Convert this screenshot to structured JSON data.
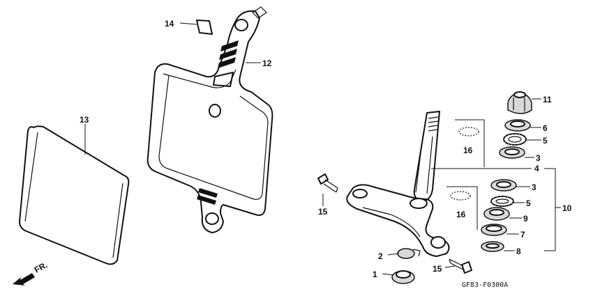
{
  "callouts": [
    "1",
    "2",
    "3",
    "3",
    "4",
    "5",
    "5",
    "6",
    "7",
    "8",
    "9",
    "10",
    "11",
    "12",
    "13",
    "14",
    "15",
    "15",
    "16",
    "16"
  ],
  "direction_marker": "FR.",
  "drawing_code": "GF83-F0300A"
}
